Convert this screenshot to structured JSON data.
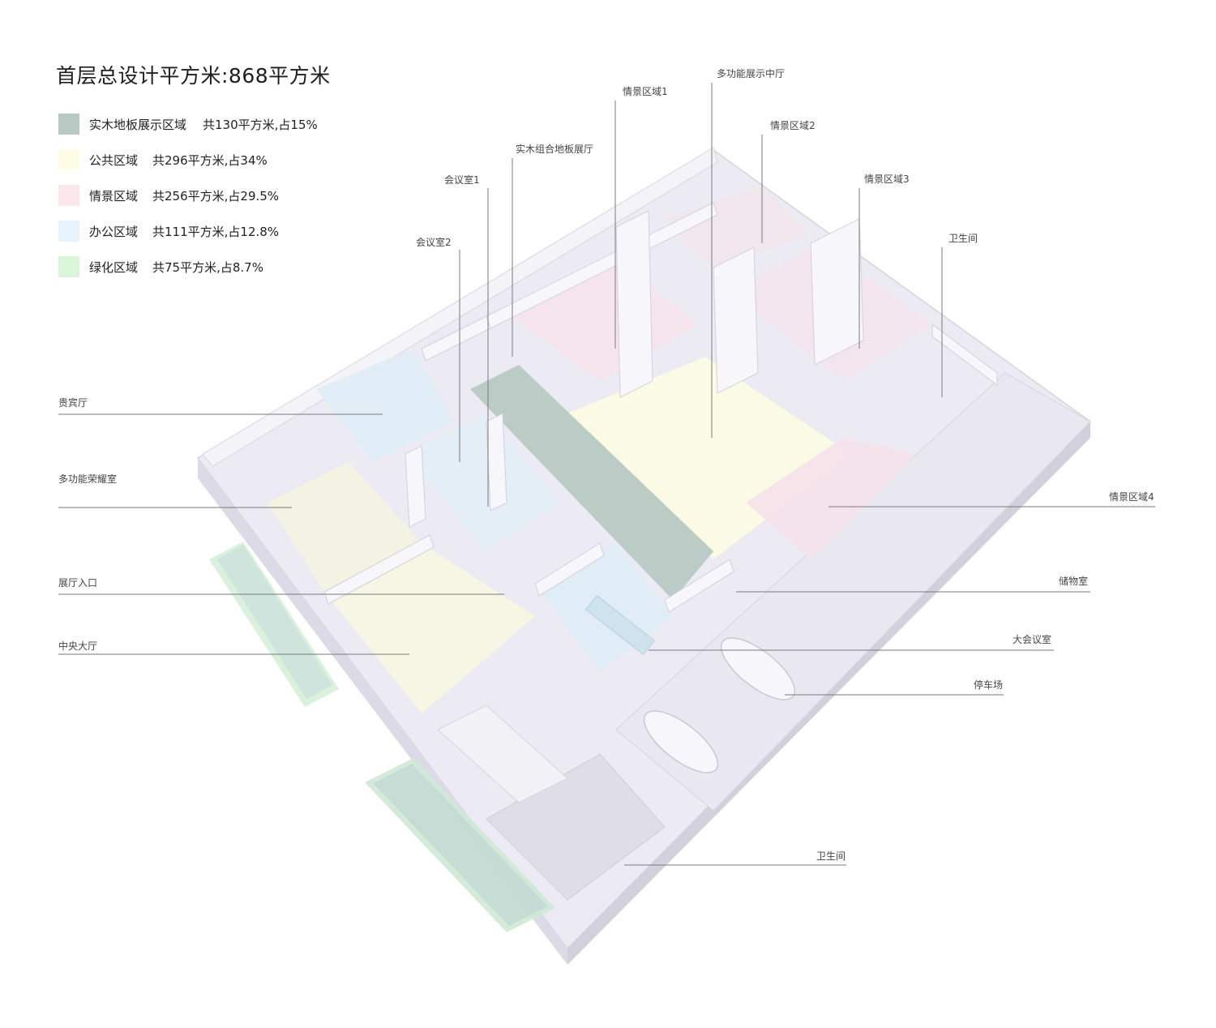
{
  "title": "首层总设计平方米:868平方米",
  "legend": [
    {
      "name": "实木地板展示区域",
      "stat": "共130平方米,占15%",
      "color": "#b7c9c2"
    },
    {
      "name": "公共区域",
      "stat": "共296平方米,占34%",
      "color": "#fdfde6"
    },
    {
      "name": "情景区域",
      "stat": "共256平方米,占29.5%",
      "color": "#fbe6ea"
    },
    {
      "name": "办公区域",
      "stat": "共111平方米,占12.8%",
      "color": "#e6f3fc"
    },
    {
      "name": "绿化区域",
      "stat": "共75平方米,占8.7%",
      "color": "#d9f6d8"
    }
  ],
  "labels": {
    "multi_hall": "多功能展示中厅",
    "scene1": "情景区域1",
    "scene2": "情景区域2",
    "scene3": "情景区域3",
    "scene4": "情景区域4",
    "solid_wood_hall": "实木组合地板展厅",
    "meeting1": "会议室1",
    "meeting2": "会议室2",
    "restroom_top": "卫生间",
    "vip": "贵宾厅",
    "honor": "多功能荣耀室",
    "entrance": "展厅入口",
    "lobby": "中央大厅",
    "storage": "储物室",
    "big_meeting": "大会议室",
    "parking": "停车场",
    "restroom_bottom": "卫生间"
  }
}
